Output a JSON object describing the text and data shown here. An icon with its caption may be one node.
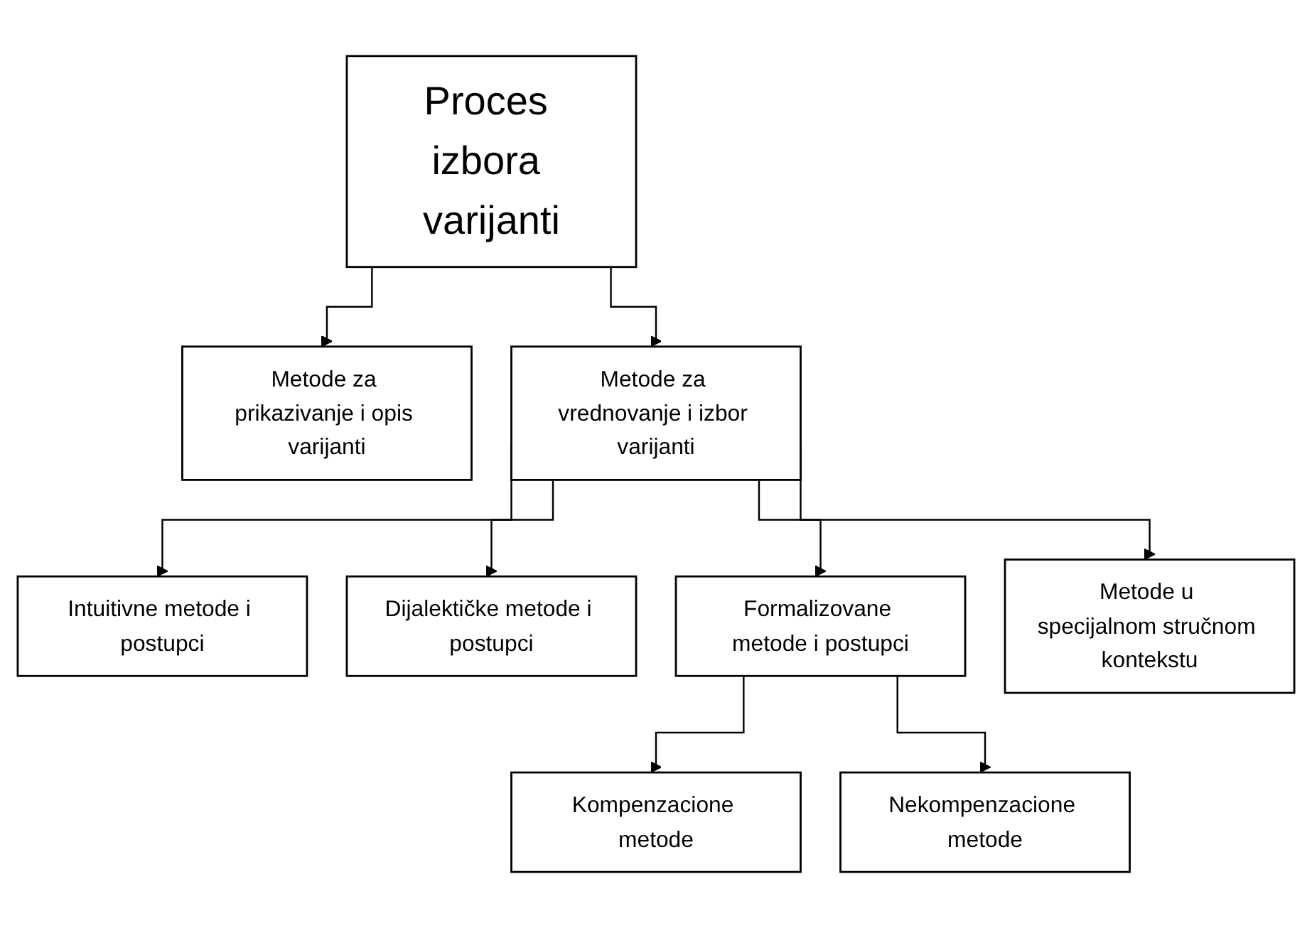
{
  "diagram": {
    "nodes": [
      {
        "text": [
          "Proces izbora varijanti"
        ]
      },
      {
        "text": [
          "Metode za prikazivanje i opis varijanti"
        ]
      },
      {
        "text": [
          "Metode za vrednovanje i izbor varijanti"
        ]
      },
      {
        "text": [
          "Intuitivne metode i postupci"
        ]
      },
      {
        "text": [
          "Dijalektičke metode i postupci"
        ]
      },
      {
        "text": [
          "Formalizovane metode i postupci"
        ]
      },
      {
        "text": [
          "Metode u specijalnom stručnom kontekstu"
        ]
      },
      {
        "text": [
          "Kompenzacione metode"
        ]
      },
      {
        "text": [
          "Nekompenzacione metode"
        ]
      }
    ],
    "edges": [
      {
        "from": 0,
        "to": 1,
        "arrow": "to"
      },
      {
        "from": 0,
        "to": 2,
        "arrow": "to"
      },
      {
        "from": 2,
        "to": 3,
        "arrow": "to"
      },
      {
        "from": 2,
        "to": 4,
        "arrow": "to"
      },
      {
        "from": 2,
        "to": 5,
        "arrow": "to"
      },
      {
        "from": 2,
        "to": 6,
        "arrow": "to"
      },
      {
        "from": 5,
        "to": 7,
        "arrow": "to"
      },
      {
        "from": 5,
        "to": 8,
        "arrow": "to"
      }
    ]
  }
}
